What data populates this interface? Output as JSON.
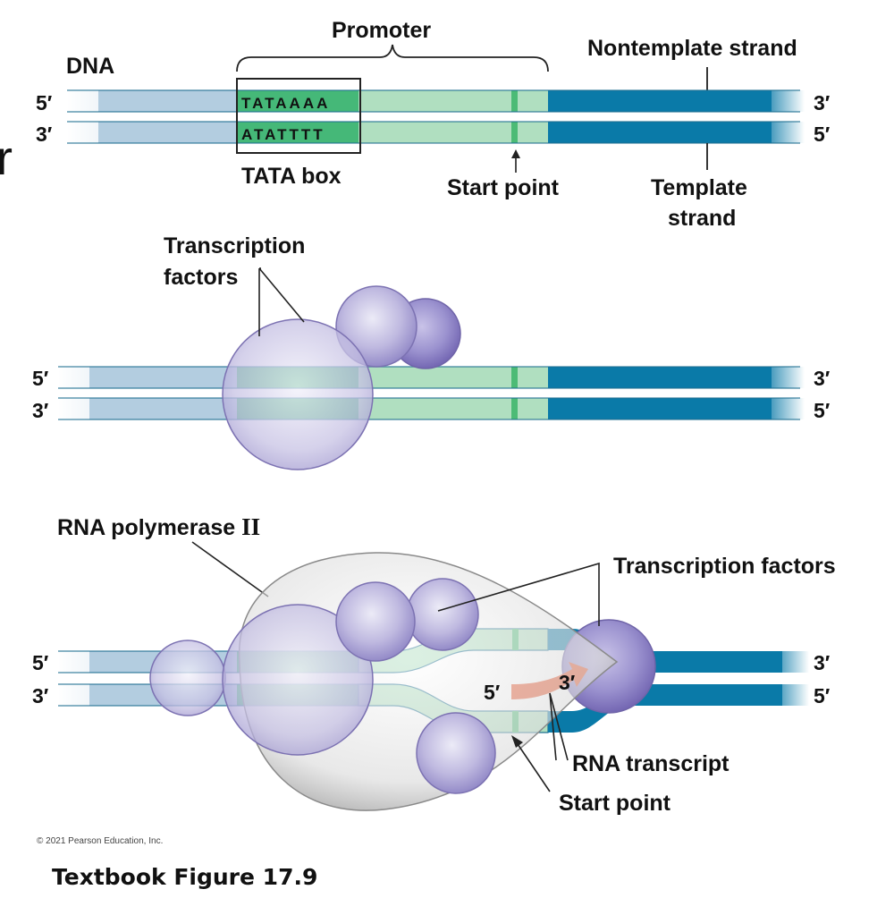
{
  "stray_letter": "r",
  "panel1": {
    "dna_label": "DNA",
    "promoter_label": "Promoter",
    "nontemplate_label": "Nontemplate strand",
    "template_label_line1": "Template",
    "template_label_line2": "strand",
    "tata_top": "TATAAAA",
    "tata_bottom": "ATATTTT",
    "tata_box_label": "TATA box",
    "start_point_label": "Start point",
    "left_top_end": "5′",
    "left_bottom_end": "3′",
    "right_top_end": "3′",
    "right_bottom_end": "5′"
  },
  "panel2": {
    "tf_label_line1": "Transcription",
    "tf_label_line2": "factors",
    "left_top_end": "5′",
    "left_bottom_end": "3′",
    "right_top_end": "3′",
    "right_bottom_end": "5′"
  },
  "panel3": {
    "polymerase_label": "RNA polymerase ",
    "polymerase_numeral": "II",
    "tf_label": "Transcription factors",
    "rna_transcript_label": "RNA transcript",
    "start_point_label": "Start point",
    "rna_5_end": "5′",
    "rna_3_end": "3′",
    "left_top_end": "5′",
    "left_bottom_end": "3′",
    "right_top_end": "3′",
    "right_bottom_end": "5′"
  },
  "copyright": "© 2021 Pearson Education, Inc.",
  "figure_caption": "Textbook Figure 17.9",
  "colors": {
    "upstream_strand": "#b3cde0",
    "promoter_strand": "#b0dfc0",
    "tata_fill": "#45b878",
    "start_mark": "#4cbb76",
    "downstream_strand": "#0a7aa8",
    "strand_edge": "#1d6f91",
    "tf_protein": "#b8b2dc",
    "rna": "#e5532a"
  }
}
